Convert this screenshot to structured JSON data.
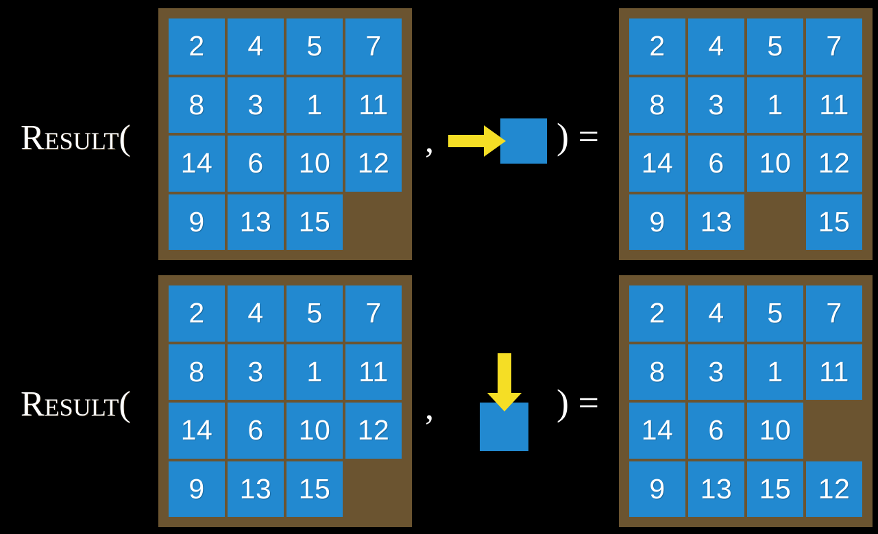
{
  "background_color": "#000000",
  "palette": {
    "board": "#6B5430",
    "tile": "#2289D0",
    "tile_text": "#FFFFFF",
    "arrow": "#F5DE25",
    "text": "#FFFFFF"
  },
  "notation": {
    "function_name": "Result(",
    "comma": ",",
    "close_and_equals": ") ="
  },
  "rows": [
    {
      "id": "row-move-right",
      "label": "Result(",
      "input_board": {
        "name": "input-board-row1",
        "rows": [
          [
            "2",
            "4",
            "5",
            "7"
          ],
          [
            "8",
            "3",
            "1",
            "11"
          ],
          [
            "14",
            "6",
            "10",
            "12"
          ],
          [
            "9",
            "13",
            "15",
            ""
          ]
        ]
      },
      "operand": {
        "name": "move-right-operand",
        "arrow_direction": "right",
        "arrow_icon": "arrow-right-icon",
        "square_color": "#2289D0"
      },
      "output_board": {
        "name": "output-board-row1",
        "rows": [
          [
            "2",
            "4",
            "5",
            "7"
          ],
          [
            "8",
            "3",
            "1",
            "11"
          ],
          [
            "14",
            "6",
            "10",
            "12"
          ],
          [
            "9",
            "13",
            "",
            "15"
          ]
        ]
      }
    },
    {
      "id": "row-move-down",
      "label": "Result(",
      "input_board": {
        "name": "input-board-row2",
        "rows": [
          [
            "2",
            "4",
            "5",
            "7"
          ],
          [
            "8",
            "3",
            "1",
            "11"
          ],
          [
            "14",
            "6",
            "10",
            "12"
          ],
          [
            "9",
            "13",
            "15",
            ""
          ]
        ]
      },
      "operand": {
        "name": "move-down-operand",
        "arrow_direction": "down",
        "arrow_icon": "arrow-down-icon",
        "square_color": "#2289D0"
      },
      "output_board": {
        "name": "output-board-row2",
        "rows": [
          [
            "2",
            "4",
            "5",
            "7"
          ],
          [
            "8",
            "3",
            "1",
            "11"
          ],
          [
            "14",
            "6",
            "10",
            ""
          ],
          [
            "9",
            "13",
            "15",
            "12"
          ]
        ]
      }
    }
  ]
}
